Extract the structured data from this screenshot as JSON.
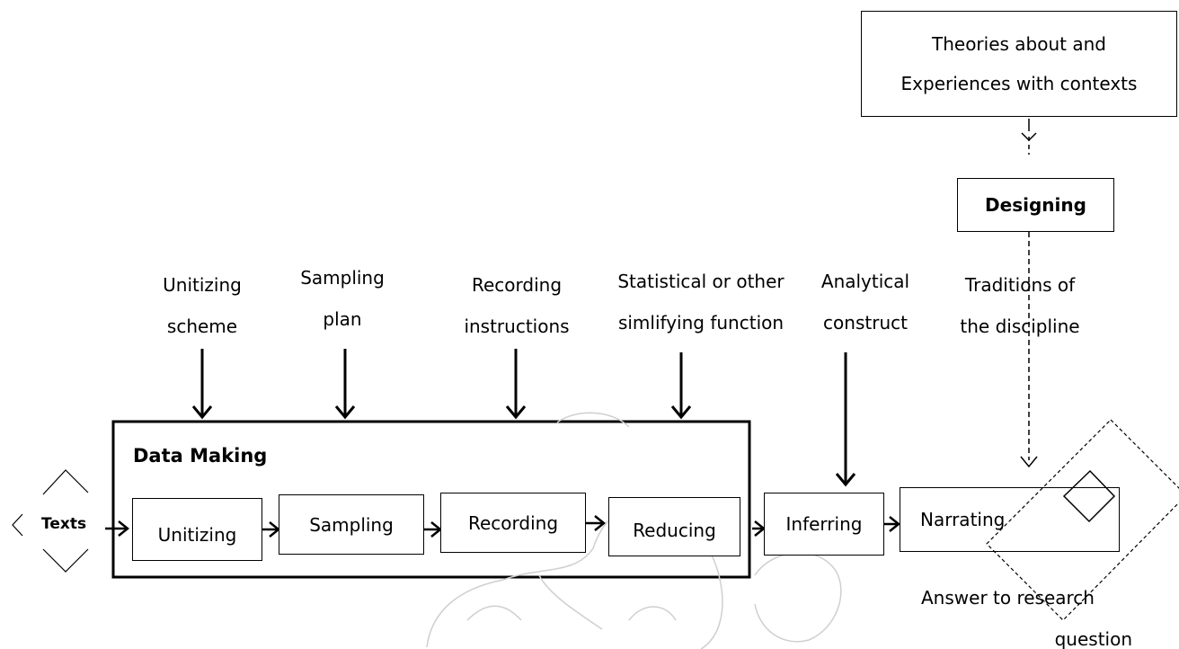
{
  "context_box": {
    "line1": "Theories about and",
    "line2": "Experiences with contexts"
  },
  "designing": "Designing",
  "inputs": [
    {
      "line1": "Unitizing",
      "line2": "scheme"
    },
    {
      "line1": "Sampling",
      "line2": "plan"
    },
    {
      "line1": "Recording",
      "line2": "instructions"
    },
    {
      "line1": "Statistical or other",
      "line2": "simlifying function"
    },
    {
      "line1": "Analytical",
      "line2": "construct"
    },
    {
      "line1": "Traditions of",
      "line2": "the discipline"
    }
  ],
  "data_making": "Data Making",
  "texts": "Texts",
  "steps": {
    "unitizing": "Unitizing",
    "sampling": "Sampling",
    "recording": "Recording",
    "reducing": "Reducing",
    "inferring": "Inferring",
    "narrating": "Narrating"
  },
  "answer": {
    "line1": "Answer to research",
    "line2": "question"
  }
}
